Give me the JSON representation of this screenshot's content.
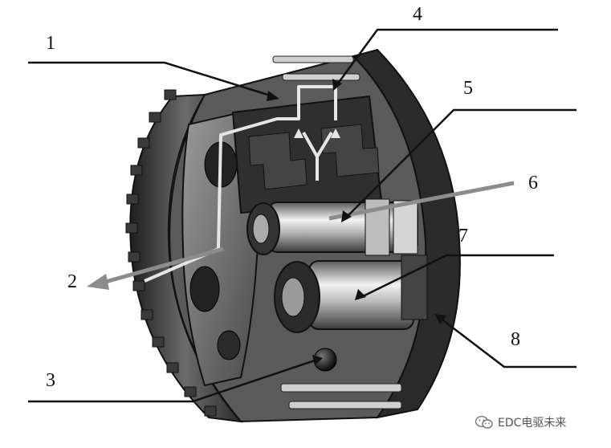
{
  "callouts": {
    "c1": "1",
    "c2": "2",
    "c3": "3",
    "c4": "4",
    "c5": "5",
    "c6": "6",
    "c7": "7",
    "c8": "8"
  },
  "watermark": {
    "text": "EDC电驱未来",
    "icon": "wechat-icon"
  },
  "colors": {
    "leader": "#111111",
    "flow_arrow": "#8c8c8c",
    "flow_path": "#e6e6e6",
    "body_dark": "#2a2a2a",
    "body_mid": "#6a6a6a",
    "metal_light": "#d8d8d8"
  }
}
